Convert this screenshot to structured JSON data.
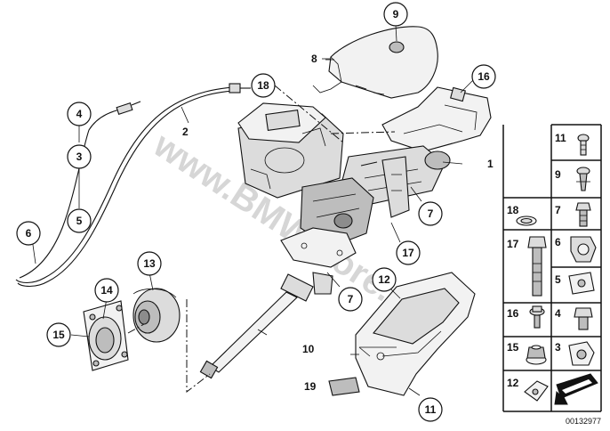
{
  "watermark": "www.BMWstore.com",
  "diagram_ref": "00132977",
  "callouts": [
    {
      "id": "c9",
      "text": "9"
    },
    {
      "id": "c4",
      "text": "4"
    },
    {
      "id": "c3",
      "text": "3"
    },
    {
      "id": "c5",
      "text": "5"
    },
    {
      "id": "c6",
      "text": "6"
    },
    {
      "id": "c18",
      "text": "18"
    },
    {
      "id": "c16",
      "text": "16"
    },
    {
      "id": "c7a",
      "text": "7"
    },
    {
      "id": "c17",
      "text": "17"
    },
    {
      "id": "c7b",
      "text": "7"
    },
    {
      "id": "c12",
      "text": "12"
    },
    {
      "id": "c13",
      "text": "13"
    },
    {
      "id": "c14",
      "text": "14"
    },
    {
      "id": "c15",
      "text": "15"
    },
    {
      "id": "c11",
      "text": "11"
    }
  ],
  "plain_labels": [
    {
      "id": "l8",
      "text": "8"
    },
    {
      "id": "l2",
      "text": "2"
    },
    {
      "id": "l1",
      "text": "1"
    },
    {
      "id": "l10",
      "text": "10"
    },
    {
      "id": "l19",
      "text": "19"
    }
  ],
  "legend": [
    {
      "num": "11",
      "icon": "screw-icon"
    },
    {
      "num": "9",
      "icon": "expanding-rivet-icon"
    },
    {
      "num": "18",
      "icon": "sealing-ring-icon"
    },
    {
      "num": "7",
      "icon": "hex-bolt-icon"
    },
    {
      "num": "17",
      "icon": "long-bolt-icon"
    },
    {
      "num": "6",
      "icon": "cable-clip-icon"
    },
    {
      "num": "5",
      "icon": "clamp-nut-icon"
    },
    {
      "num": "16",
      "icon": "flange-screw-icon"
    },
    {
      "num": "4",
      "icon": "hex-nut-bolt-icon"
    },
    {
      "num": "15",
      "icon": "hex-nut-icon"
    },
    {
      "num": "3",
      "icon": "spring-clip-icon"
    },
    {
      "num": "12",
      "icon": "speed-nut-icon"
    },
    {
      "num": "",
      "icon": "direction-arrow-icon"
    }
  ]
}
